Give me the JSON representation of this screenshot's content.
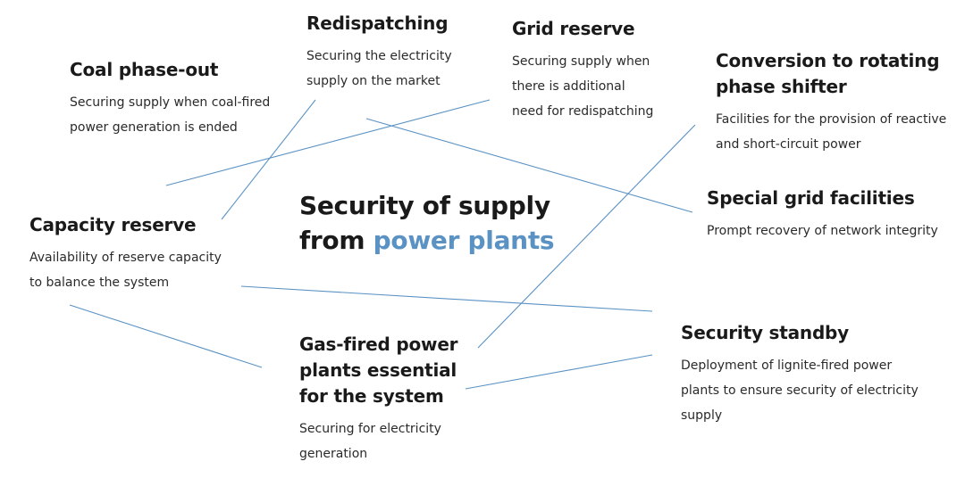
{
  "center": {
    "line1": "Security of supply",
    "line2_prefix": "from",
    "line2_accent": "power plants"
  },
  "accent_color": "#5a92c4",
  "line_color": "#5a92c4",
  "nodes": {
    "coal_phase_out": {
      "title": "Coal phase-out",
      "desc": "Securing supply when coal-fired\npower generation is ended"
    },
    "redispatching": {
      "title": "Redispatching",
      "desc": "Securing the electricity\nsupply on the market"
    },
    "grid_reserve": {
      "title": "Grid reserve",
      "desc": "Securing supply when\nthere is additional\nneed for redispatching"
    },
    "rotating_phase_shifter": {
      "title": "Conversion to rotating\nphase shifter",
      "desc": "Facilities for the provision of reactive\nand short-circuit power"
    },
    "special_grid_facilities": {
      "title": "Special grid facilities",
      "desc": "Prompt recovery of network integrity"
    },
    "capacity_reserve": {
      "title": "Capacity reserve",
      "desc": "Availability of reserve capacity\nto balance the system"
    },
    "security_standby": {
      "title": "Security standby",
      "desc": "Deployment of lignite-fired power\nplants to ensure security of electricity\nsupply"
    },
    "gas_fired": {
      "title": "Gas-fired power\nplants essential\nfor the system",
      "desc": "Securing for electricity\ngeneration"
    }
  }
}
